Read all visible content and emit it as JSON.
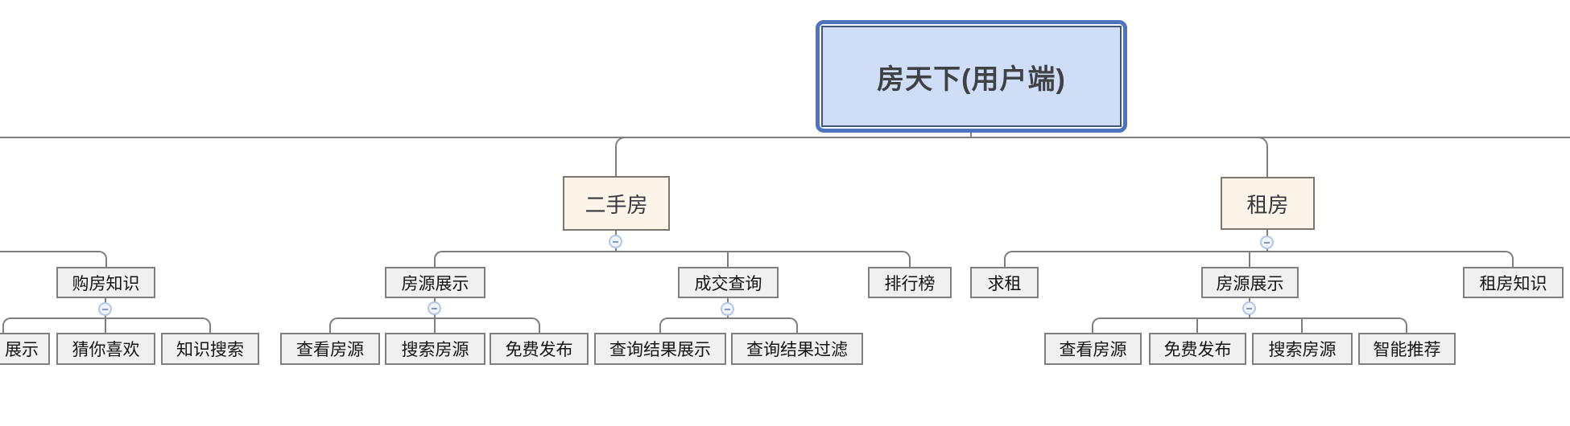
{
  "colors": {
    "background": "#ffffff",
    "connector_line": "#7f7f7f",
    "root_fill": "#cfdef6",
    "root_outer_border": "#4d74bd",
    "root_inner_border": "#3f5677",
    "branch_fill": "#fcf3e9",
    "branch_border": "#7d766e",
    "node_fill": "#f0f0f0",
    "node_border": "#7f7f7f",
    "collapse_ring": "#b3c6e7",
    "collapse_minus": "#8299c9"
  },
  "icons": {
    "collapse": "minus-in-circle"
  },
  "mindmap": {
    "root": {
      "label": "房天下(用户端)"
    },
    "offscreen_branch": {
      "children": [
        {
          "label": "购房知识",
          "children": [
            {
              "label": "展示",
              "clipped": true
            },
            {
              "label": "猜你喜欢"
            },
            {
              "label": "知识搜索"
            }
          ]
        }
      ]
    },
    "branches": [
      {
        "label": "二手房",
        "children": [
          {
            "label": "房源展示",
            "children": [
              {
                "label": "查看房源"
              },
              {
                "label": "搜索房源"
              },
              {
                "label": "免费发布"
              }
            ]
          },
          {
            "label": "成交查询",
            "children": [
              {
                "label": "查询结果展示"
              },
              {
                "label": "查询结果过滤"
              }
            ]
          },
          {
            "label": "排行榜",
            "children": []
          }
        ]
      },
      {
        "label": "租房",
        "children": [
          {
            "label": "求租",
            "children": []
          },
          {
            "label": "房源展示",
            "children": [
              {
                "label": "查看房源"
              },
              {
                "label": "免费发布"
              },
              {
                "label": "搜索房源"
              },
              {
                "label": "智能推荐"
              }
            ]
          },
          {
            "label": "租房知识",
            "children": []
          }
        ]
      }
    ]
  }
}
